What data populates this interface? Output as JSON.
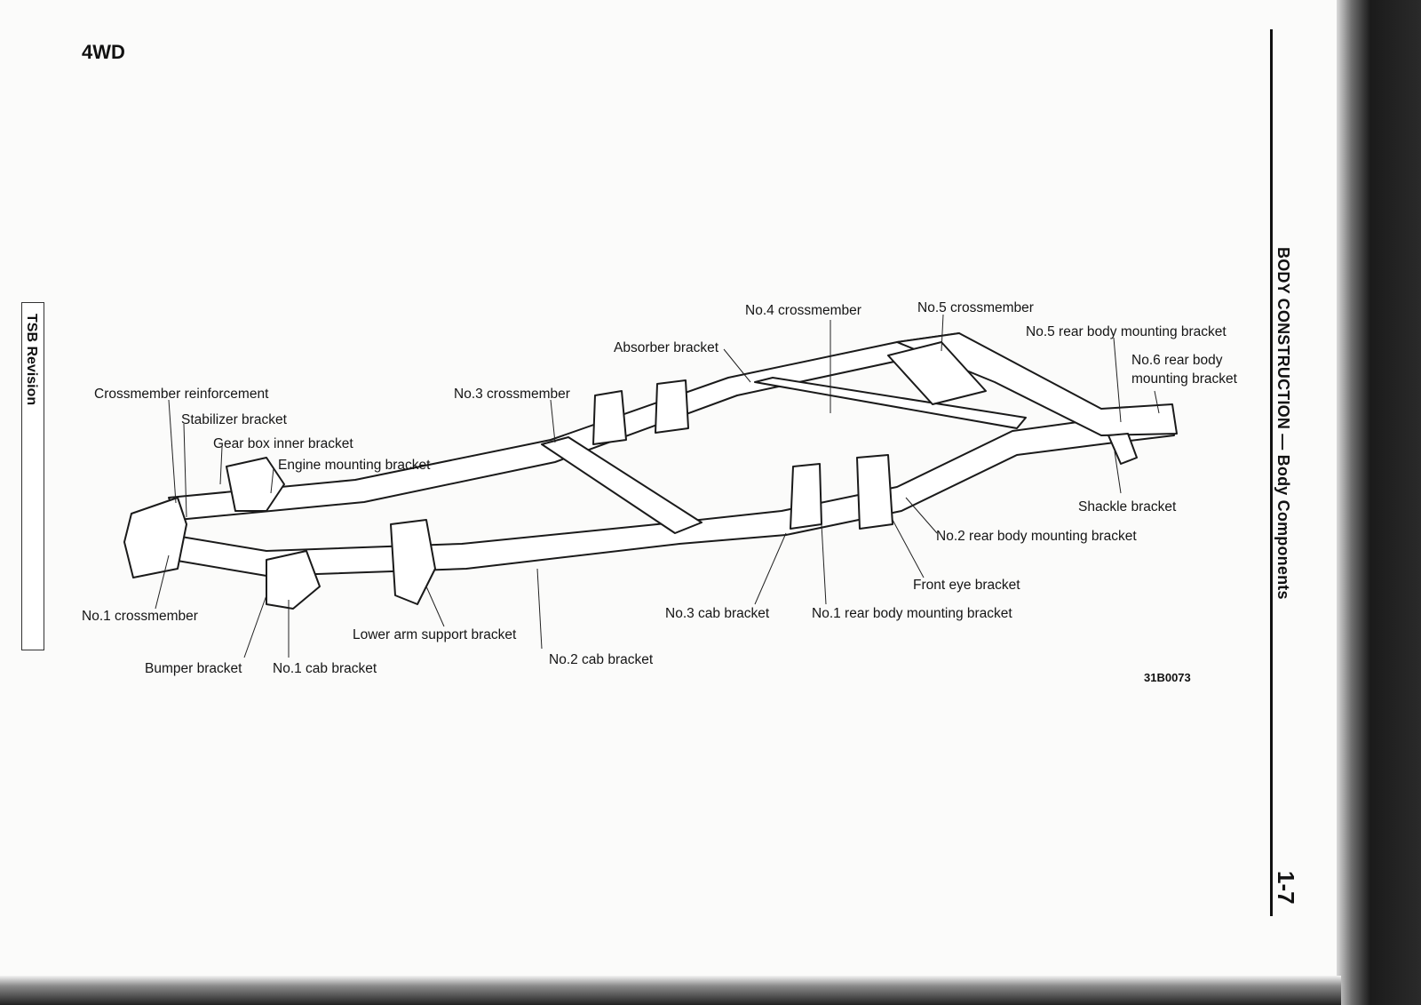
{
  "header": {
    "drive_type": "4WD"
  },
  "side_tab": {
    "label": "TSB Revision"
  },
  "section": {
    "title": "BODY CONSTRUCTION — Body Components",
    "page_number": "1-7"
  },
  "figure": {
    "code": "31B0073",
    "labels": {
      "crossmember_reinforcement": "Crossmember reinforcement",
      "stabilizer_bracket": "Stabilizer bracket",
      "gear_box_inner_bracket": "Gear box inner bracket",
      "engine_mounting_bracket": "Engine mounting bracket",
      "no3_crossmember": "No.3 crossmember",
      "absorber_bracket": "Absorber bracket",
      "no4_crossmember": "No.4 crossmember",
      "no5_crossmember": "No.5 crossmember",
      "no5_rear_body_mounting_bracket": "No.5 rear body mounting bracket",
      "no6_rear_body_line1": "No.6 rear body",
      "no6_rear_body_line2": "mounting bracket",
      "shackle_bracket": "Shackle bracket",
      "no2_rear_body_mounting_bracket": "No.2 rear body mounting bracket",
      "front_eye_bracket": "Front eye bracket",
      "no1_rear_body_mounting_bracket": "No.1 rear body mounting bracket",
      "no3_cab_bracket": "No.3 cab bracket",
      "no2_cab_bracket": "No.2 cab bracket",
      "lower_arm_support_bracket": "Lower arm support bracket",
      "no1_crossmember": "No.1 crossmember",
      "bumper_bracket": "Bumper bracket",
      "no1_cab_bracket": "No.1 cab bracket"
    }
  }
}
